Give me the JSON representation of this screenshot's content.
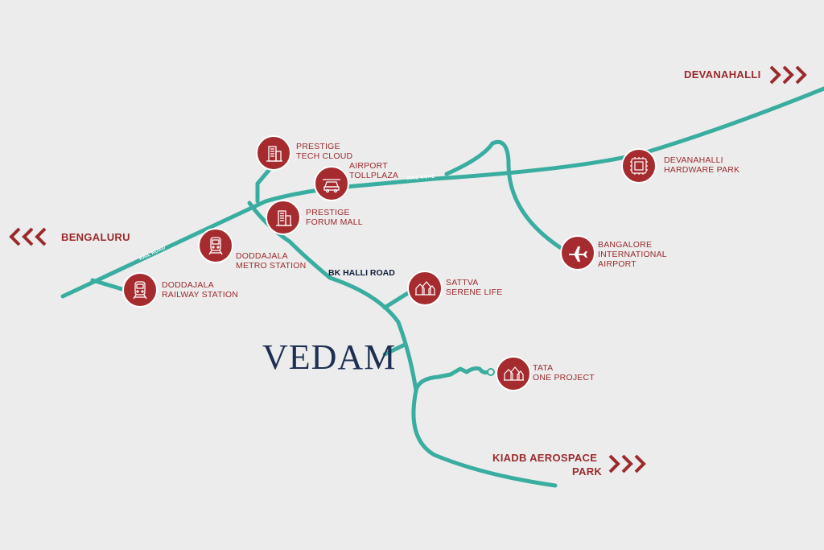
{
  "brand": {
    "name": "VEDAM"
  },
  "directions": {
    "devanahalli": "DEVANAHALLI",
    "bengaluru": "BENGALURU",
    "kiadb_line1": "KIADB AEROSPACE",
    "kiadb_line2": "PARK"
  },
  "roads": {
    "bk_halli": "BK HALLI ROAD",
    "rail_road_1": "RAIL ROAD",
    "rail_road_2": "RAIL ROAD"
  },
  "pois": [
    {
      "id": "prestige-tech-cloud",
      "icon": "building-icon",
      "line1": "PRESTIGE",
      "line2": "TECH CLOUD",
      "line3": ""
    },
    {
      "id": "airport-tollplaza",
      "icon": "car-icon",
      "line1": "AIRPORT",
      "line2": "TOLLPLAZA",
      "line3": ""
    },
    {
      "id": "prestige-forum-mall",
      "icon": "building-icon",
      "line1": "PRESTIGE",
      "line2": "FORUM MALL",
      "line3": ""
    },
    {
      "id": "doddajala-metro-station",
      "icon": "train-icon",
      "line1": "DODDAJALA",
      "line2": "METRO STATION",
      "line3": ""
    },
    {
      "id": "doddajala-railway-station",
      "icon": "train-icon",
      "line1": "DODDAJALA",
      "line2": "RAILWAY STATION",
      "line3": ""
    },
    {
      "id": "sattva-serene-life",
      "icon": "houses-icon",
      "line1": "SATTVA",
      "line2": "SERENE LIFE",
      "line3": ""
    },
    {
      "id": "tata-one-project",
      "icon": "houses-icon",
      "line1": "TATA",
      "line2": "ONE PROJECT",
      "line3": ""
    },
    {
      "id": "devanahalli-hardware-park",
      "icon": "hardware-icon",
      "line1": "DEVANAHALLI",
      "line2": "HARDWARE PARK",
      "line3": ""
    },
    {
      "id": "bangalore-international-airport",
      "icon": "airplane-icon",
      "line1": "BANGALORE",
      "line2": "INTERNATIONAL",
      "line3": "AIRPORT"
    }
  ],
  "colors": {
    "background": "#ececec",
    "road": "#39ad9f",
    "accent": "#a52b2f",
    "brand": "#1d2f52"
  }
}
